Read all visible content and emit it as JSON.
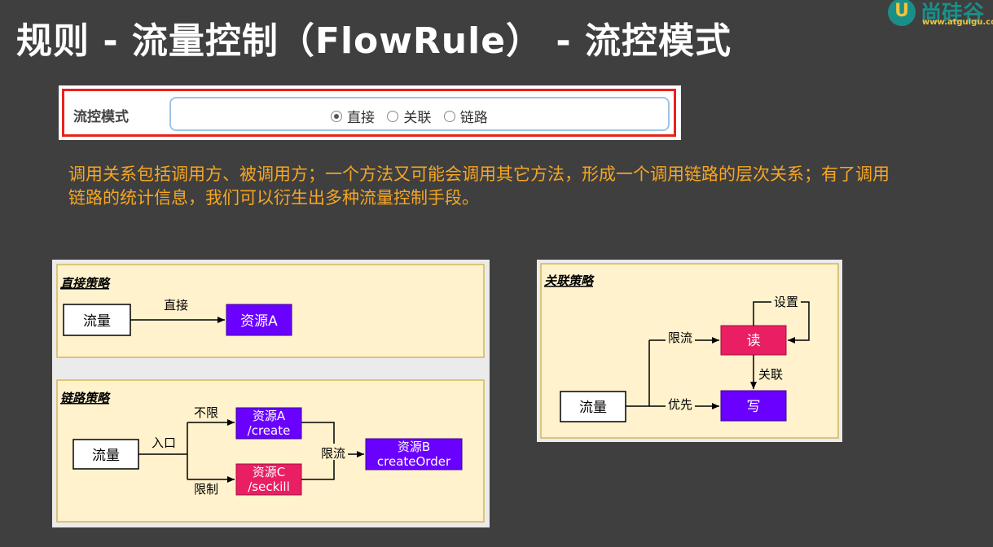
{
  "slide": {
    "title": "规则 - 流量控制（FlowRule） - 流控模式",
    "logo": {
      "brand": "尚硅谷",
      "url": "www.atguigu.com"
    }
  },
  "mode_panel": {
    "label": "流控模式",
    "options": [
      {
        "label": "直接",
        "selected": true
      },
      {
        "label": "关联",
        "selected": false
      },
      {
        "label": "链路",
        "selected": false
      }
    ]
  },
  "description": "调用关系包括调用方、被调用方；一个方法又可能会调用其它方法，形成一个调用链路的层次关系；有了调用链路的统计信息，我们可以衍生出多种流量控制手段。",
  "direct": {
    "heading": "直接策略",
    "source": "流量",
    "edge": "直接",
    "target": "资源A"
  },
  "chain": {
    "heading": "链路策略",
    "source": "流量",
    "entry": "入口",
    "edge_top": "不限",
    "edge_bottom": "限制",
    "node_a": [
      "资源A",
      "/create"
    ],
    "node_c": [
      "资源C",
      "/seckill"
    ],
    "edge_limit": "限流",
    "node_b": [
      "资源B",
      "createOrder"
    ]
  },
  "assoc": {
    "heading": "关联策略",
    "source": "流量",
    "edge_limit": "限流",
    "edge_priority": "优先",
    "edge_set": "设置",
    "edge_assoc": "关联",
    "read": "读",
    "write": "写"
  },
  "colors": {
    "background": "#3f3f3f",
    "panel": "#fff2cc",
    "panel_border": "#d6b656",
    "purple": "#6a00ff",
    "pink": "#e91e63",
    "orange_text": "#f5a623",
    "red_frame": "#e8221b"
  }
}
